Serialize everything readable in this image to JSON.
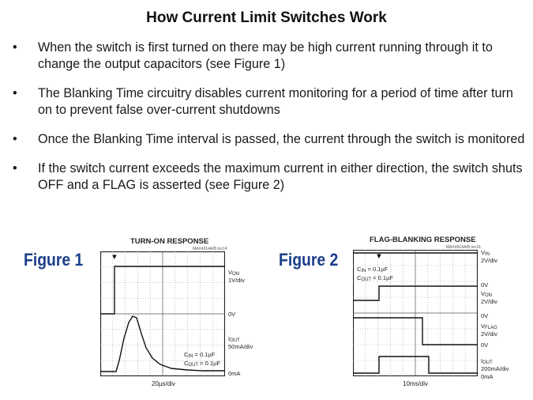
{
  "slide": {
    "title": "How Current Limit Switches Work",
    "bullet_glyph": "•",
    "bullets": [
      "When the switch is first turned on there may be high current running through it to change the output capacitors (see Figure 1)",
      "The Blanking Time circuitry disables current monitoring for a period of time after turn on to prevent false over-current shutdowns",
      "Once the Blanking Time interval is passed, the current through the switch is monitored",
      "If the switch current exceeds the maximum current in either direction, the switch shuts OFF and a FLAG is asserted (see Figure 2)"
    ]
  },
  "figure1": {
    "label": "Figure 1",
    "scope_title": "TURN-ON RESPONSE",
    "ref_code": "MAX4914A/B toc14",
    "cap_in": "C",
    "cap_in_sub": "IN",
    "cap_in_val": " = 0.1µF",
    "cap_out": "C",
    "cap_out_sub": "OUT",
    "cap_out_val": " = 0.1µF",
    "ch1_name": "V",
    "ch1_sub": "ON",
    "ch1_scale": "1V/div",
    "ch1_zero": "0V",
    "ch2_name": "I",
    "ch2_sub": "OUT",
    "ch2_scale": "50mA/div",
    "ch2_zero": "0mA",
    "timebase": "20µs/div"
  },
  "figure2": {
    "label": "Figure 2",
    "scope_title": "FLAG-BLANKING RESPONSE",
    "ref_code": "MAX4914A/B toc16",
    "cap_in": "C",
    "cap_in_sub": "IN",
    "cap_in_val": " = 0.1µF",
    "cap_out": "C",
    "cap_out_sub": "OUT",
    "cap_out_val": " = 0.1µF",
    "ch1_name": "V",
    "ch1_sub": "IN",
    "ch1_scale": "2V/div",
    "ch1_zero": "0V",
    "ch2_name": "V",
    "ch2_sub": "ON",
    "ch2_scale": "2V/div",
    "ch2_zero": "0V",
    "ch3_name": "V",
    "ch3_sub": "FLAG",
    "ch3_scale": "2V/div",
    "ch3_zero": "0V",
    "ch4_name": "I",
    "ch4_sub": "OUT",
    "ch4_scale": "200mA/div",
    "ch4_zero": "0mA",
    "timebase": "10ms/div"
  }
}
